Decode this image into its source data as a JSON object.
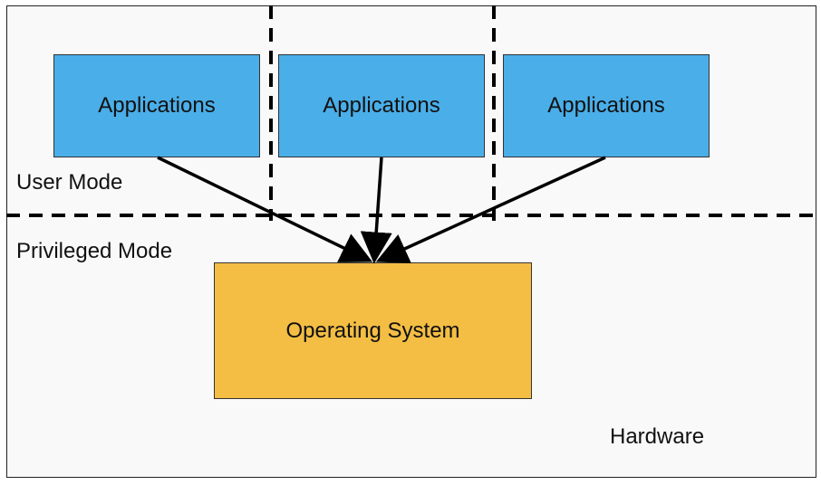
{
  "applications": [
    {
      "label": "Applications"
    },
    {
      "label": "Applications"
    },
    {
      "label": "Applications"
    }
  ],
  "operating_system": {
    "label": "Operating System"
  },
  "regions": {
    "user_mode": "User Mode",
    "privileged_mode": "Privileged Mode",
    "hardware": "Hardware"
  },
  "colors": {
    "application_fill": "#4aaee8",
    "os_fill": "#f4be44",
    "line": "#000000"
  }
}
